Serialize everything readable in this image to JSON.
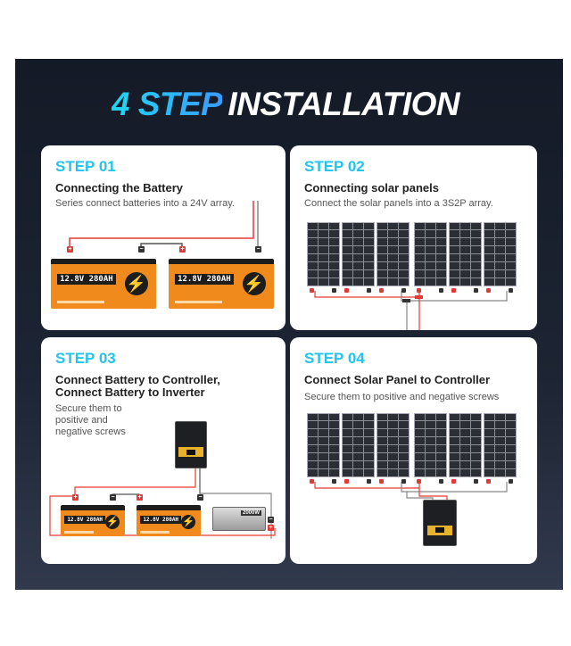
{
  "header": {
    "title_accent": "4 STEP",
    "title_rest": "INSTALLATION"
  },
  "steps": [
    {
      "step": "STEP 01",
      "heading": "Connecting the Battery",
      "subtitle": "Series connect batteries into a 24V array."
    },
    {
      "step": "STEP 02",
      "heading": "Connecting solar panels",
      "subtitle": "Connect the solar panels into a 3S2P array."
    },
    {
      "step": "STEP 03",
      "heading_line1": "Connect Battery to Controller,",
      "heading_line2": "Connect Battery to Inverter",
      "subtitle_lines": [
        "Secure them to",
        "positive and",
        "negative screws"
      ]
    },
    {
      "step": "STEP 04",
      "heading": "Connect Solar Panel to Controller",
      "subtitle": "Secure them to positive and negative screws"
    }
  ],
  "battery": {
    "label": "12.8V 280AH",
    "bolt": "⚡"
  },
  "inverter": {
    "label": "2000W"
  },
  "terminals": {
    "positive": "+",
    "negative": "−"
  },
  "colors": {
    "accent": "#22c3ee",
    "battery": "#f08a1c",
    "wire_positive": "#e53935",
    "wire_negative": "#777777"
  }
}
